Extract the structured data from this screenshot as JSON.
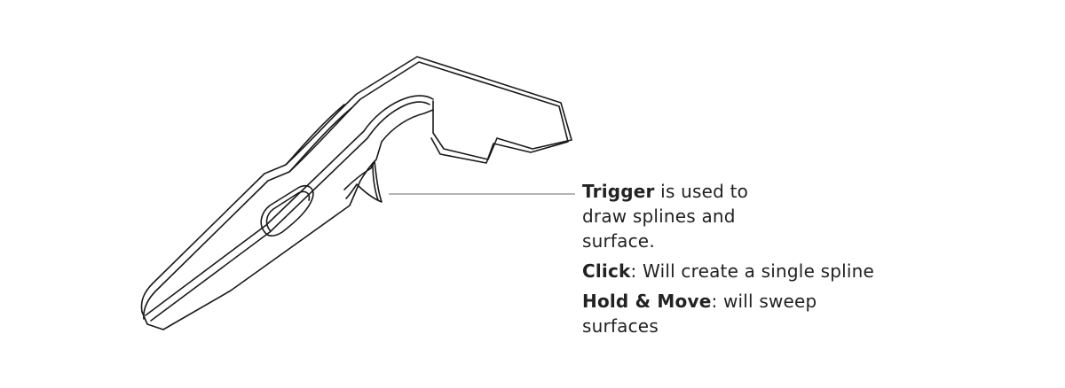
{
  "callout": {
    "trigger_term": "Trigger",
    "trigger_text": " is used to draw splines and surface.",
    "click_term": "Click",
    "click_text": ": Will create a single spline",
    "hold_term": "Hold & Move",
    "hold_text": ": will sweep surfaces"
  },
  "colors": {
    "outline": "#1a1a1a",
    "leader_line": "#888888",
    "text": "#222222",
    "background": "#ffffff"
  }
}
